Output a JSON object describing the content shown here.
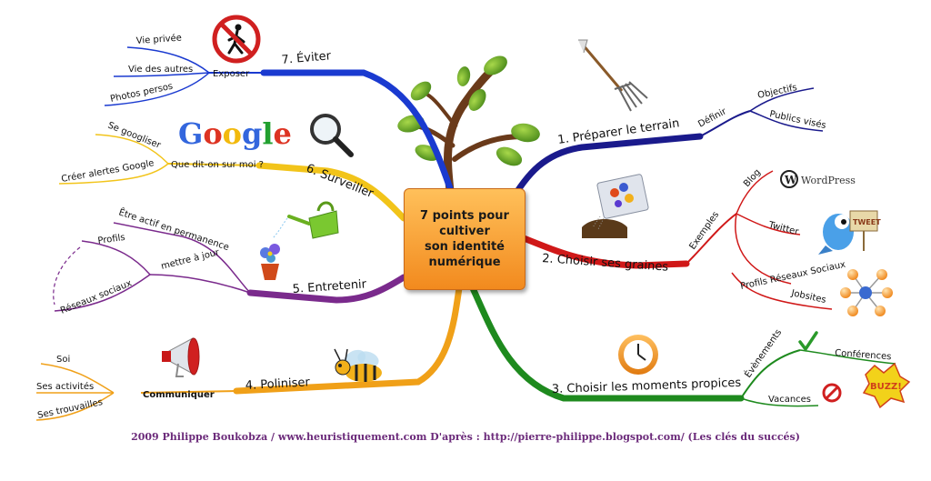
{
  "center": {
    "title": "7 points pour\ncultiver\nson identité\nnumérique"
  },
  "colors": {
    "preparer": "#1a1a8c",
    "graines": "#d01818",
    "moments": "#1e8a1e",
    "poliniser": "#f0a018",
    "entretenir": "#7a2a8c",
    "surveiller": "#f2c41a",
    "eviter": "#1a3ad0",
    "footer": "#6b2a7a"
  },
  "branches": {
    "preparer": {
      "label": "1. Préparer le terrain",
      "sub": "Définir",
      "leaves": [
        "Objectifs",
        "Publics visés"
      ]
    },
    "graines": {
      "label": "2. Choisir ses graines",
      "sub": "Exemples",
      "leaves": [
        "Blog",
        "Twitter",
        "Profils Réseaux Sociaux",
        "Jobsites"
      ]
    },
    "moments": {
      "label": "3. Choisir les moments propices",
      "leaves": [
        "Évènements",
        "Conférences",
        "Vacances"
      ]
    },
    "poliniser": {
      "label": "4. Poliniser",
      "sub": "Communiquer",
      "leaves": [
        "Soi",
        "Ses activités",
        "Ses trouvailles"
      ]
    },
    "entretenir": {
      "label": "5. Entretenir",
      "leaves": [
        "Être actif en permanence",
        "mettre à jour",
        "Profils",
        "Réseaux sociaux"
      ]
    },
    "surveiller": {
      "label": "6. Surveiller",
      "sub": "Que dit-on sur moi ?",
      "leaves": [
        "Se googliser",
        "Créer alertes Google"
      ]
    },
    "eviter": {
      "label": "7. Éviter",
      "sub": "Exposer",
      "leaves": [
        "Vie privée",
        "Vie des autres",
        "Photos persos"
      ]
    }
  },
  "logos": {
    "google": "Google",
    "wordpress": "WordPress",
    "tweet": "TWEET",
    "buzz": "BUZZ!"
  },
  "icons": [
    "tree-icon",
    "pitchfork-icon",
    "seed-packet-icon",
    "wordpress-logo-icon",
    "twitter-bird-icon",
    "network-icon",
    "clock-icon",
    "checkmark-icon",
    "no-entry-icon",
    "buzz-icon",
    "bee-icon",
    "megaphone-icon",
    "watering-can-icon",
    "magnifier-icon",
    "google-logo-icon",
    "prohibited-walker-icon"
  ],
  "footer": {
    "text": "2009 Philippe Boukobza  /  www.heuristiquement.com     D'après : http://pierre-philippe.blogspot.com/ (Les clés du succés)"
  }
}
